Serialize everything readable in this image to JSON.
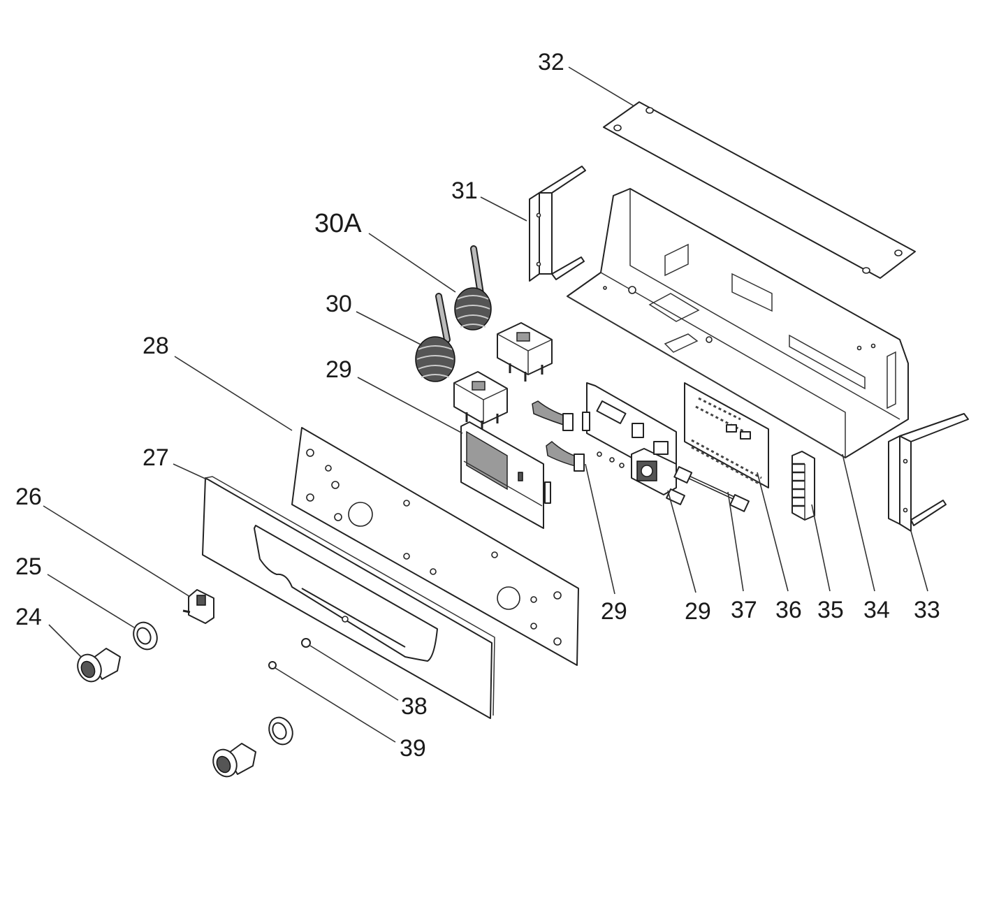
{
  "callouts": {
    "c24": "24",
    "c25": "25",
    "c26": "26",
    "c27": "27",
    "c28": "28",
    "c29a": "29",
    "c29b": "29",
    "c29c": "29",
    "c30": "30",
    "c30a": "30A",
    "c31": "31",
    "c32": "32",
    "c33": "33",
    "c34": "34",
    "c35": "35",
    "c36": "36",
    "c37": "37",
    "c38": "38",
    "c39": "39"
  }
}
